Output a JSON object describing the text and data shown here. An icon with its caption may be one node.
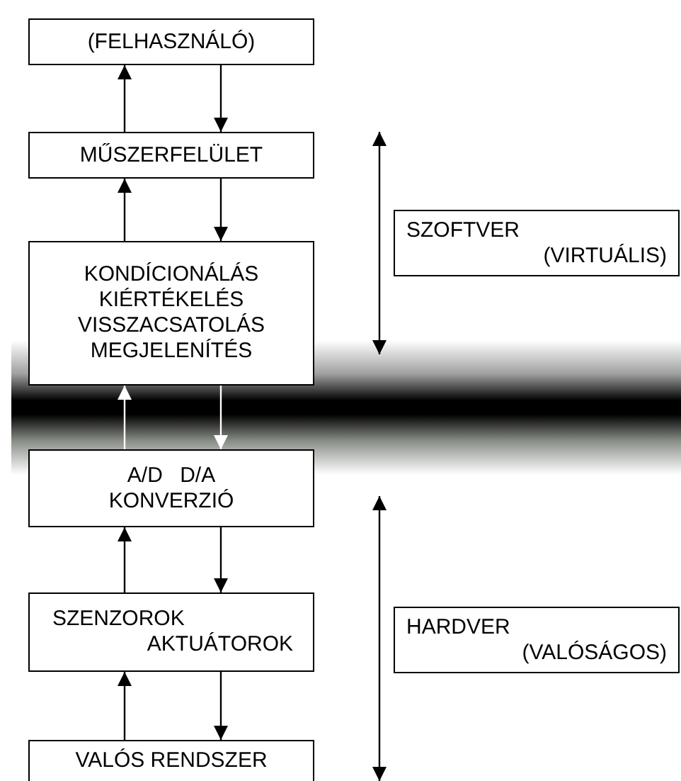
{
  "diagram": {
    "nodes": [
      {
        "text": [
          "(FELHASZNÁLÓ)"
        ]
      },
      {
        "text": [
          "MŰSZERFELÜLET"
        ]
      },
      {
        "text": [
          "KONDÍCIONÁLÁS",
          "KIÉRTÉKELÉS",
          "VISSZACSATOLÁS",
          "MEGJELENÍTÉS"
        ]
      },
      {
        "text": [
          "A/D D/A",
          "KONVERZIÓ"
        ]
      },
      {
        "text": [
          "SZENZOROK",
          "AKTUÁTOROK"
        ]
      },
      {
        "text": [
          "VALÓS RENDSZER"
        ]
      },
      {
        "text": [
          "SZOFTVER",
          "(VIRTUÁLIS)"
        ]
      },
      {
        "text": [
          "HARDVER",
          "(VALÓSÁGOS)"
        ]
      }
    ],
    "edges": [
      {
        "from": 1,
        "to": 0,
        "arrow": "to"
      },
      {
        "from": 0,
        "to": 1,
        "arrow": "to"
      },
      {
        "from": 2,
        "to": 1,
        "arrow": "to"
      },
      {
        "from": 1,
        "to": 2,
        "arrow": "to"
      },
      {
        "from": 3,
        "to": 2,
        "arrow": "to",
        "color": "#ffffff"
      },
      {
        "from": 2,
        "to": 3,
        "arrow": "to",
        "color": "#ffffff"
      },
      {
        "from": 4,
        "to": 3,
        "arrow": "to"
      },
      {
        "from": 3,
        "to": 4,
        "arrow": "to"
      },
      {
        "from": 5,
        "to": 4,
        "arrow": "to"
      },
      {
        "from": 4,
        "to": 5,
        "arrow": "to"
      }
    ]
  }
}
